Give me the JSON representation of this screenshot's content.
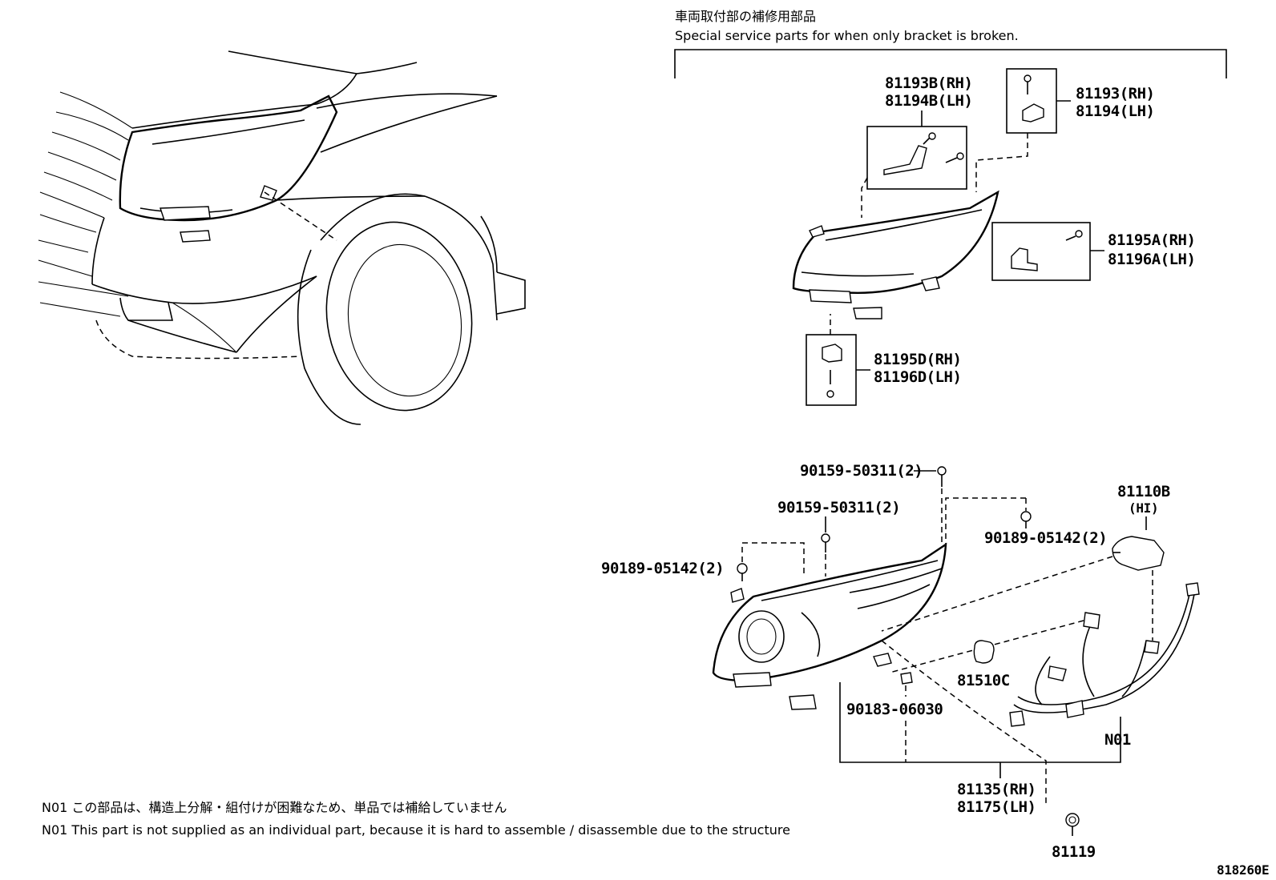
{
  "header": {
    "title_jp": "車両取付部の補修用部品",
    "title_en": "Special service parts for when only bracket is broken."
  },
  "callouts": {
    "c81193B_rh": "81193B(RH)",
    "c81194B_lh": "81194B(LH)",
    "c81193_rh": "81193(RH)",
    "c81194_lh": "81194(LH)",
    "c81195A_rh": "81195A(RH)",
    "c81196A_lh": "81196A(LH)",
    "c81195D_rh": "81195D(RH)",
    "c81196D_lh": "81196D(LH)",
    "c90159_top": "90159-50311(2)",
    "c90159_mid": "90159-50311(2)",
    "c90189_right": "90189-05142(2)",
    "c90189_left": "90189-05142(2)",
    "c81110B": "81110B",
    "c81110B_sub": "(HI)",
    "c81510C": "81510C",
    "c90183": "90183-06030",
    "cN01": "N01",
    "c81135_rh": "81135(RH)",
    "c81175_lh": "81175(LH)",
    "c81119": "81119"
  },
  "notes": {
    "n01_jp": "N01 この部品は、構造上分解・組付けが困難なため、単品では補給していません",
    "n01_en": "N01 This part is not supplied as an individual part, because it is hard to assemble / disassemble due to the structure"
  },
  "diagram_id": "818260E"
}
